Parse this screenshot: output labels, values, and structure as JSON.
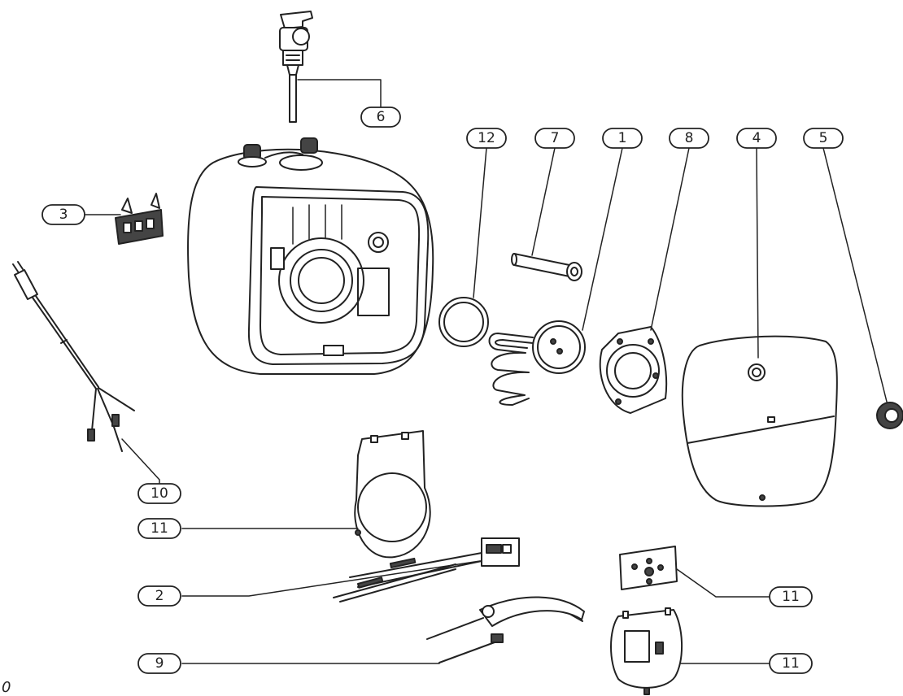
{
  "callouts": {
    "c6": "6",
    "c12": "12",
    "c7": "7",
    "c1": "1",
    "c8": "8",
    "c4": "4",
    "c5": "5",
    "c3": "3",
    "c10": "10",
    "c11a": "11",
    "c2": "2",
    "c11b": "11",
    "c9": "9",
    "c11c": "11"
  },
  "corner_mark": "0"
}
